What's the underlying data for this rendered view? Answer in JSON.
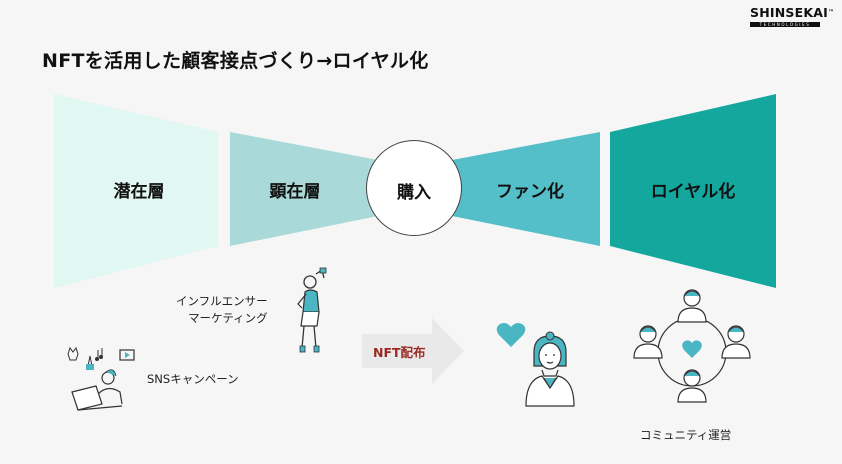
{
  "brand": {
    "name": "SHINSEKAI",
    "tm": "™",
    "sub": "TECHNOLOGIES"
  },
  "title": "NFTを活用した顧客接点づくり→ロイヤル化",
  "funnel": {
    "stages": [
      {
        "label": "潜在層",
        "color": "#e0f7f2"
      },
      {
        "label": "顕在層",
        "color": "#a9d9d8"
      },
      {
        "label": "購入",
        "color": "#ffffff"
      },
      {
        "label": "ファン化",
        "color": "#54bfc9"
      },
      {
        "label": "ロイヤル化",
        "color": "#14a79e"
      }
    ]
  },
  "captions": {
    "influencer_line1": "インフルエンサー",
    "influencer_line2": "マーケティング",
    "sns": "SNSキャンペーン",
    "nft": "NFT配布",
    "community": "コミュニティ運営"
  },
  "colors": {
    "accent": "#4ab6c3",
    "arrow": "#e9e9e9",
    "nft_text": "#9b2b22"
  },
  "icons": [
    "heart-icon",
    "woman-avatar-icon",
    "influencer-figure-icon",
    "laptop-person-icon",
    "community-network-icon"
  ]
}
